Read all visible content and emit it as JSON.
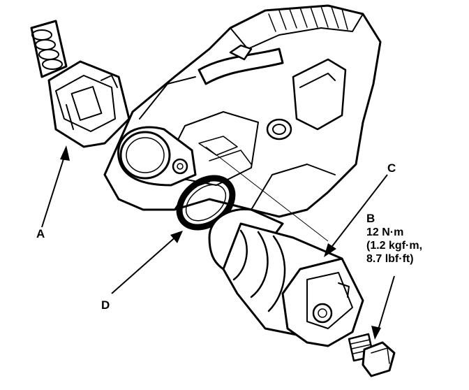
{
  "labels": {
    "a": "A",
    "b": "B",
    "c": "C",
    "d": "D"
  },
  "torque": {
    "line1": "12 N·m",
    "line2": "(1.2 kgf·m,",
    "line3": "8.7 lbf·ft)"
  },
  "colors": {
    "ink": "#000000",
    "paper": "#ffffff"
  }
}
